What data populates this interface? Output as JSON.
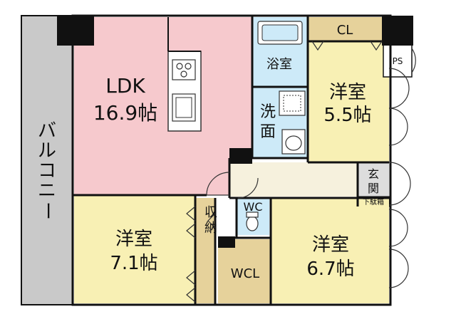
{
  "rooms": {
    "ldk": {
      "name": "LDK",
      "size": "16.9帖"
    },
    "bedroom_ne": {
      "name": "洋室",
      "size": "5.5帖"
    },
    "bedroom_sw": {
      "name": "洋室",
      "size": "7.1帖"
    },
    "bedroom_se": {
      "name": "洋室",
      "size": "6.7帖"
    },
    "bath": {
      "name": "浴室"
    },
    "washroom": {
      "name_top": "洗",
      "name_bottom": "面"
    },
    "closet": {
      "name": "CL"
    },
    "ps": {
      "name": "PS"
    },
    "entrance": {
      "name_top": "玄",
      "name_bottom": "関"
    },
    "shoe_box": {
      "name": "下駄箱"
    },
    "storage": {
      "name_top": "収",
      "name_bottom": "納"
    },
    "wc": {
      "name": "WC"
    },
    "wcl": {
      "name": "WCL"
    },
    "balcony": {
      "chars": [
        "バ",
        "ル",
        "コ",
        "ニ",
        "ー"
      ]
    }
  },
  "colors": {
    "ldk": "#f6c9cd",
    "bedroom": "#f8f0b4",
    "wet_area": "#cdeaf8",
    "corridor": "#f6f1dd",
    "closet": "#e6d29b",
    "balcony": "#c9c9c9",
    "wall": "#111111"
  }
}
